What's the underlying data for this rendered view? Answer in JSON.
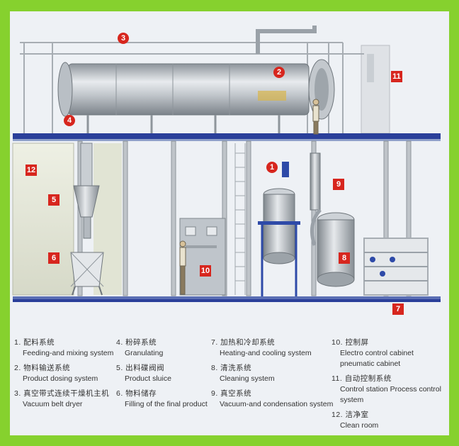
{
  "badges": [
    {
      "id": "1",
      "label": "1"
    },
    {
      "id": "2",
      "label": "2"
    },
    {
      "id": "3",
      "label": "3"
    },
    {
      "id": "4",
      "label": "4"
    },
    {
      "id": "5",
      "label": "5"
    },
    {
      "id": "6",
      "label": "6"
    },
    {
      "id": "7",
      "label": "7"
    },
    {
      "id": "8",
      "label": "8"
    },
    {
      "id": "9",
      "label": "9"
    },
    {
      "id": "10",
      "label": "10"
    },
    {
      "id": "11",
      "label": "11"
    },
    {
      "id": "12",
      "label": "12"
    }
  ],
  "legend": [
    {
      "zh": "1. 配料系统",
      "en": "Feeding-and mixing system"
    },
    {
      "zh": "2. 物料输送系统",
      "en": "Product  dosing system"
    },
    {
      "zh": "3. 真空带式连续干燥机主机",
      "en": "Vacuum belt dryer"
    },
    {
      "zh": "4. 粉碎系统",
      "en": "Granulating"
    },
    {
      "zh": "5. 出料碟阀阀",
      "en": "Product sluice"
    },
    {
      "zh": "6. 物料储存",
      "en": "Filling of the final product"
    },
    {
      "zh": "7. 加热和冷却系统",
      "en": "Heating-and cooling system"
    },
    {
      "zh": "8. 清洗系统",
      "en": "Cleaning system"
    },
    {
      "zh": "9. 真空系统",
      "en": "Vacuum-and condensation system"
    },
    {
      "zh": "10. 控制屏",
      "en": "Electro control cabinet pneumatic cabinet"
    },
    {
      "zh": "11. 自动控制系统",
      "en": "Control station  Process control system"
    },
    {
      "zh": "12. 洁净室",
      "en": "Clean room"
    }
  ]
}
